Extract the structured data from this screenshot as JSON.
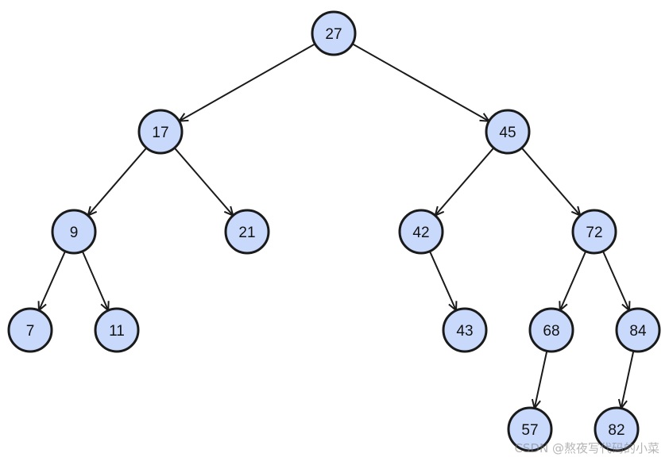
{
  "tree": {
    "nodes": [
      {
        "id": "n27",
        "label": "27"
      },
      {
        "id": "n17",
        "label": "17"
      },
      {
        "id": "n45",
        "label": "45"
      },
      {
        "id": "n9",
        "label": "9"
      },
      {
        "id": "n21",
        "label": "21"
      },
      {
        "id": "n42",
        "label": "42"
      },
      {
        "id": "n72",
        "label": "72"
      },
      {
        "id": "n7",
        "label": "7"
      },
      {
        "id": "n11",
        "label": "11"
      },
      {
        "id": "n43",
        "label": "43"
      },
      {
        "id": "n68",
        "label": "68"
      },
      {
        "id": "n84",
        "label": "84"
      },
      {
        "id": "n57",
        "label": "57"
      },
      {
        "id": "n82",
        "label": "82"
      }
    ],
    "edges": [
      {
        "from": "n27",
        "to": "n17"
      },
      {
        "from": "n27",
        "to": "n45"
      },
      {
        "from": "n17",
        "to": "n9"
      },
      {
        "from": "n17",
        "to": "n21"
      },
      {
        "from": "n45",
        "to": "n42"
      },
      {
        "from": "n45",
        "to": "n72"
      },
      {
        "from": "n9",
        "to": "n7"
      },
      {
        "from": "n9",
        "to": "n11"
      },
      {
        "from": "n42",
        "to": "n43"
      },
      {
        "from": "n72",
        "to": "n68"
      },
      {
        "from": "n72",
        "to": "n84"
      },
      {
        "from": "n68",
        "to": "n57"
      },
      {
        "from": "n84",
        "to": "n82"
      }
    ],
    "node_fill": "#c9d9fb",
    "node_stroke": "#1a1a1a"
  },
  "watermark": "CSDN @熬夜写代码的小菜"
}
